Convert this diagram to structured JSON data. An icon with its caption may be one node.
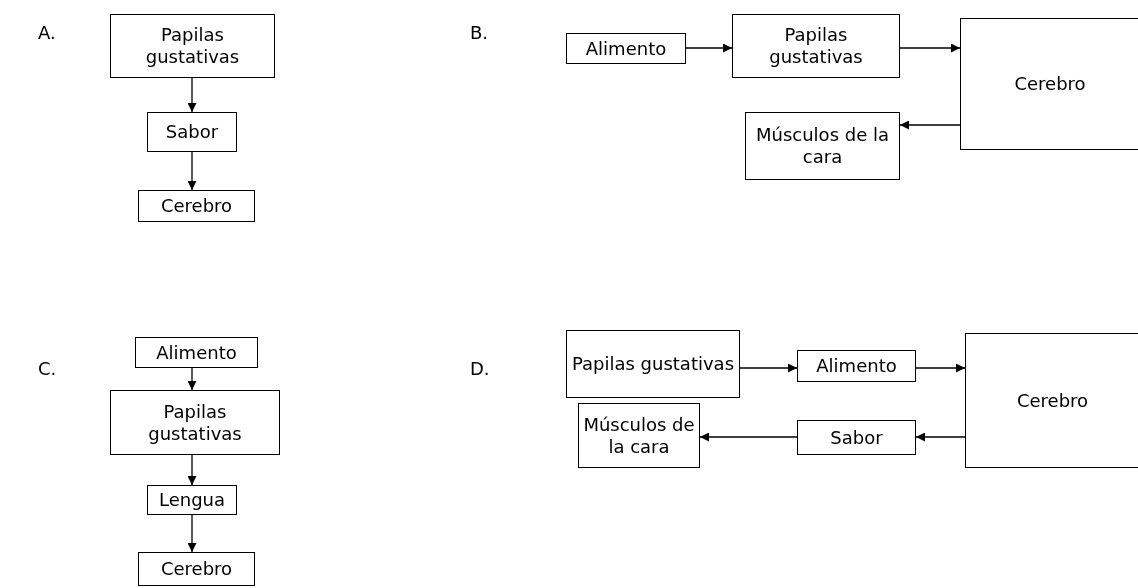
{
  "diagram": {
    "nodes": [
      {
        "text": [
          "Papilas gustativas"
        ]
      },
      {
        "text": [
          "Sabor"
        ]
      },
      {
        "text": [
          "Cerebro"
        ]
      },
      {
        "text": [
          "Alimento"
        ]
      },
      {
        "text": [
          "Papilas gustativas"
        ]
      },
      {
        "text": [
          "Cerebro"
        ]
      },
      {
        "text": [
          "Músculos de la cara"
        ]
      },
      {
        "text": [
          "Alimento"
        ]
      },
      {
        "text": [
          "Papilas gustativas"
        ]
      },
      {
        "text": [
          "Lengua"
        ]
      },
      {
        "text": [
          "Cerebro"
        ]
      },
      {
        "text": [
          "Papilas gustativas"
        ]
      },
      {
        "text": [
          "Alimento"
        ]
      },
      {
        "text": [
          "Cerebro"
        ]
      },
      {
        "text": [
          "Sabor"
        ]
      },
      {
        "text": [
          "Músculos de la cara"
        ]
      }
    ],
    "edges": [
      {
        "from": 0,
        "to": 1,
        "arrow": "to"
      },
      {
        "from": 1,
        "to": 2,
        "arrow": "to"
      },
      {
        "from": 3,
        "to": 4,
        "arrow": "to"
      },
      {
        "from": 4,
        "to": 5,
        "arrow": "to"
      },
      {
        "from": 5,
        "to": 6,
        "arrow": "to"
      },
      {
        "from": 7,
        "to": 8,
        "arrow": "to"
      },
      {
        "from": 8,
        "to": 9,
        "arrow": "to"
      },
      {
        "from": 9,
        "to": 10,
        "arrow": "to"
      },
      {
        "from": 11,
        "to": 12,
        "arrow": "to"
      },
      {
        "from": 12,
        "to": 13,
        "arrow": "to"
      },
      {
        "from": 13,
        "to": 14,
        "arrow": "to"
      },
      {
        "from": 14,
        "to": 15,
        "arrow": "to"
      }
    ],
    "labels": [
      "A.",
      "B.",
      "C.",
      "D."
    ]
  }
}
